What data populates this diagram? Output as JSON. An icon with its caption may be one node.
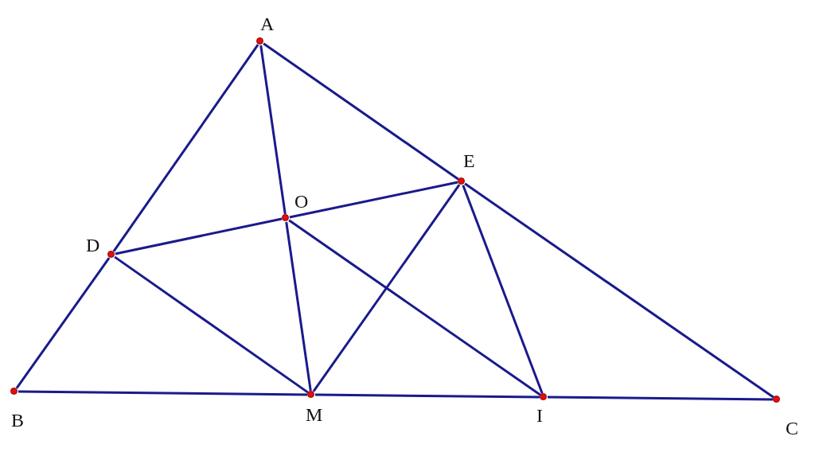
{
  "diagram": {
    "nodes": [
      {
        "text": [
          "A"
        ]
      },
      {
        "text": [
          "B"
        ]
      },
      {
        "text": [
          "C"
        ]
      },
      {
        "text": [
          "D"
        ]
      },
      {
        "text": [
          "E"
        ]
      },
      {
        "text": [
          "O"
        ]
      },
      {
        "text": [
          "M"
        ]
      },
      {
        "text": [
          "I"
        ]
      }
    ],
    "edges": [
      {
        "from": 0,
        "to": 3,
        "arrow": "none"
      },
      {
        "from": 3,
        "to": 1,
        "arrow": "none"
      },
      {
        "from": 0,
        "to": 4,
        "arrow": "none"
      },
      {
        "from": 4,
        "to": 2,
        "arrow": "none"
      },
      {
        "from": 1,
        "to": 6,
        "arrow": "none"
      },
      {
        "from": 6,
        "to": 7,
        "arrow": "none"
      },
      {
        "from": 7,
        "to": 2,
        "arrow": "none"
      },
      {
        "from": 0,
        "to": 5,
        "arrow": "none"
      },
      {
        "from": 5,
        "to": 6,
        "arrow": "none"
      },
      {
        "from": 3,
        "to": 5,
        "arrow": "none"
      },
      {
        "from": 5,
        "to": 4,
        "arrow": "none"
      },
      {
        "from": 3,
        "to": 6,
        "arrow": "none"
      },
      {
        "from": 5,
        "to": 7,
        "arrow": "none"
      },
      {
        "from": 6,
        "to": 4,
        "arrow": "none"
      },
      {
        "from": 4,
        "to": 7,
        "arrow": "none"
      }
    ]
  }
}
